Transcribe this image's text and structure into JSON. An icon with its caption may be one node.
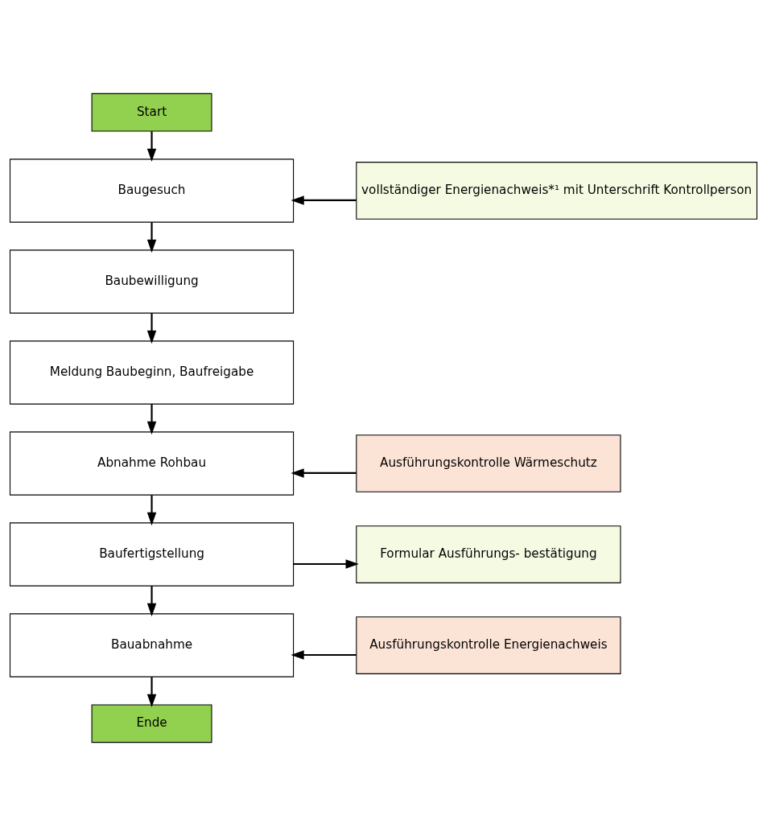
{
  "diagram": {
    "nodes": [
      {
        "text": [
          "Start"
        ]
      },
      {
        "text": [
          "Baugesuch"
        ]
      },
      {
        "text": [
          "vollständiger Energienachweis*¹ mit Unterschrift Kontrollperson"
        ]
      },
      {
        "text": [
          "Baubewilligung"
        ]
      },
      {
        "text": [
          "Meldung Baubeginn, Baufreigabe"
        ]
      },
      {
        "text": [
          "Abnahme Rohbau"
        ]
      },
      {
        "text": [
          "Ausführungskontrolle Wärmeschutz"
        ]
      },
      {
        "text": [
          "Baufertigstellung"
        ]
      },
      {
        "text": [
          "Formular Ausführungs- bestätigung"
        ]
      },
      {
        "text": [
          "Bauabnahme"
        ]
      },
      {
        "text": [
          "Ausführungskontrolle Energienachweis"
        ]
      },
      {
        "text": [
          "Ende"
        ]
      }
    ],
    "edges": [
      {
        "from": 0,
        "to": 1,
        "arrow": "to"
      },
      {
        "from": 2,
        "to": 1,
        "arrow": "to"
      },
      {
        "from": 1,
        "to": 3,
        "arrow": "to"
      },
      {
        "from": 3,
        "to": 4,
        "arrow": "to"
      },
      {
        "from": 4,
        "to": 5,
        "arrow": "to"
      },
      {
        "from": 6,
        "to": 5,
        "arrow": "to"
      },
      {
        "from": 5,
        "to": 7,
        "arrow": "to"
      },
      {
        "from": 7,
        "to": 9,
        "arrow": "to"
      },
      {
        "from": 7,
        "to": 8,
        "arrow": "to"
      },
      {
        "from": 10,
        "to": 9,
        "arrow": "to"
      },
      {
        "from": 9,
        "to": 11,
        "arrow": "to"
      }
    ]
  }
}
